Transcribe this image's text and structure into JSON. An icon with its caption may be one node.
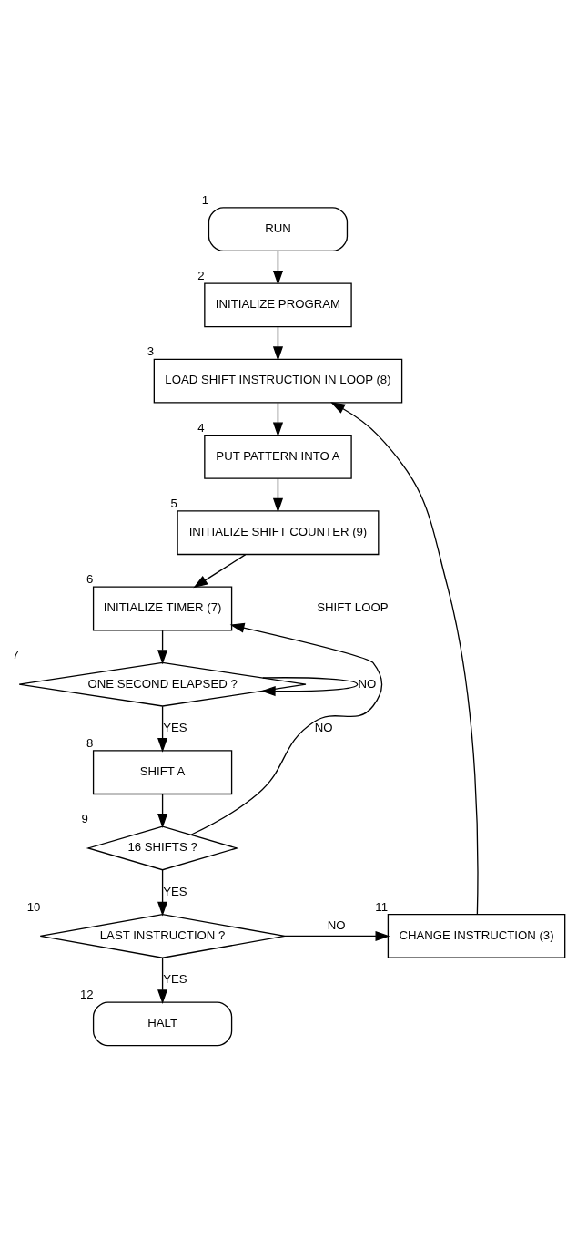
{
  "diagram": {
    "nodes": [
      {
        "text": [
          "RUN"
        ],
        "beside": [
          "1"
        ]
      },
      {
        "text": [
          "INITIALIZE PROGRAM"
        ],
        "beside": [
          "2"
        ]
      },
      {
        "text": [
          "LOAD SHIFT INSTRUCTION IN LOOP (8)"
        ],
        "beside": [
          "3"
        ]
      },
      {
        "text": [
          "PUT PATTERN INTO A"
        ],
        "beside": [
          "4"
        ]
      },
      {
        "text": [
          "INITIALIZE SHIFT COUNTER (9)"
        ],
        "beside": [
          "5"
        ]
      },
      {
        "text": [
          "INITIALIZE TIMER (7)"
        ],
        "beside": [
          "6"
        ]
      },
      {
        "text": [
          "ONE SECOND ELAPSED ?"
        ],
        "beside": [
          "7"
        ]
      },
      {
        "text": [
          "SHIFT A"
        ],
        "beside": [
          "8"
        ]
      },
      {
        "text": [
          "16 SHIFTS ?"
        ],
        "beside": [
          "9"
        ]
      },
      {
        "text": [
          "LAST INSTRUCTION ?"
        ],
        "beside": [
          "10"
        ]
      },
      {
        "text": [
          "CHANGE INSTRUCTION (3)"
        ],
        "beside": [
          "11"
        ]
      },
      {
        "text": [
          "HALT"
        ],
        "beside": [
          "12"
        ]
      }
    ],
    "edges": [
      {
        "from": 0,
        "to": 1,
        "arrow": "to"
      },
      {
        "from": 1,
        "to": 2,
        "arrow": "to"
      },
      {
        "from": 2,
        "to": 3,
        "arrow": "to"
      },
      {
        "from": 3,
        "to": 4,
        "arrow": "to"
      },
      {
        "from": 4,
        "to": 5,
        "arrow": "to"
      },
      {
        "from": 5,
        "to": 6,
        "arrow": "to"
      },
      {
        "from": 6,
        "to": 6,
        "arrow": "to",
        "label": "NO"
      },
      {
        "from": 6,
        "to": 7,
        "arrow": "to",
        "label": "YES"
      },
      {
        "from": 7,
        "to": 8,
        "arrow": "to"
      },
      {
        "from": 8,
        "to": 5,
        "arrow": "to",
        "label": "NO"
      },
      {
        "from": 8,
        "to": 9,
        "arrow": "to",
        "label": "YES"
      },
      {
        "from": 9,
        "to": 10,
        "arrow": "to",
        "label": "NO"
      },
      {
        "from": 10,
        "to": 2,
        "arrow": "to"
      },
      {
        "from": 9,
        "to": 11,
        "arrow": "to",
        "label": "YES"
      }
    ],
    "labels": [
      "SHIFT LOOP"
    ]
  }
}
